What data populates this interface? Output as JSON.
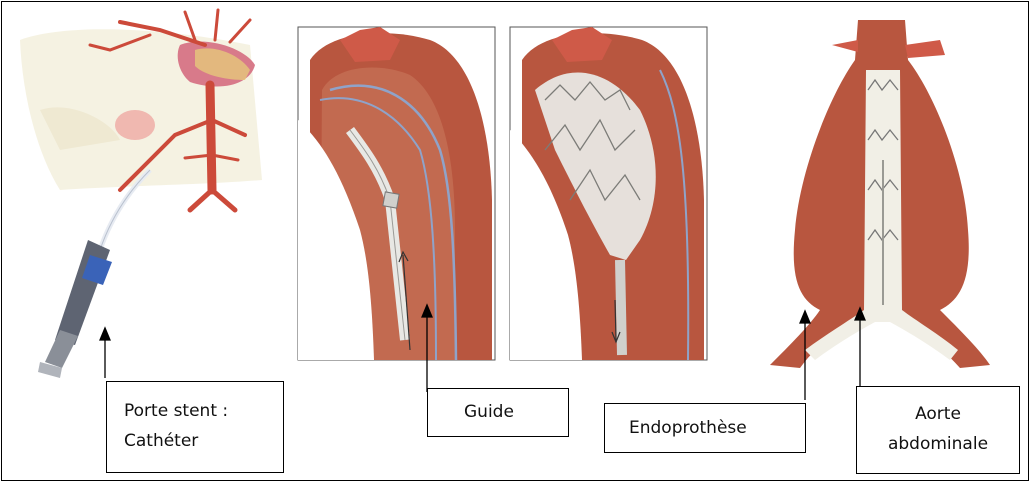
{
  "labels": {
    "catheter_line1": "Porte stent :",
    "catheter_line2": "Cathéter",
    "guide": "Guide",
    "endoprosthesis": "Endoprothèse",
    "aorta_line1": "Aorte",
    "aorta_line2": "abdominale"
  },
  "colors": {
    "vessel": "#b8563f",
    "vessel_dark": "#8a3a28",
    "vessel_light": "#d9866b",
    "guide_wire": "#8fa3c9",
    "stent": "#e8e8e4"
  }
}
